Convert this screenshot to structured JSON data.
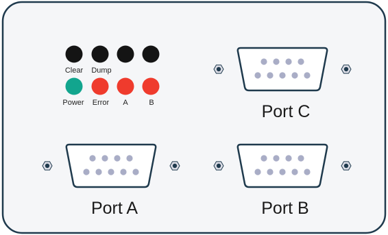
{
  "panel": {
    "background": "#f5f6f8",
    "border_color": "#1f3a4d"
  },
  "leds": {
    "top_row": [
      {
        "label": "Clear",
        "color": "#141414"
      },
      {
        "label": "Dump",
        "color": "#141414"
      },
      {
        "label": "",
        "color": "#141414"
      },
      {
        "label": "",
        "color": "#141414"
      }
    ],
    "bottom_row": [
      {
        "label": "Power",
        "color": "#12a58e"
      },
      {
        "label": "Error",
        "color": "#ef3b2d"
      },
      {
        "label": "A",
        "color": "#ef3b2d"
      },
      {
        "label": "B",
        "color": "#ef3b2d"
      }
    ]
  },
  "ports": [
    {
      "key": "C",
      "label": "Port C"
    },
    {
      "key": "A",
      "label": "Port A"
    },
    {
      "key": "B",
      "label": "Port B"
    }
  ],
  "colors": {
    "connector_body": "#ffffff",
    "connector_outline": "#1f3a4d",
    "pin": "#a9adc6",
    "screw_outer": "#dcdde6",
    "screw_inner": "#1f3a4d"
  }
}
